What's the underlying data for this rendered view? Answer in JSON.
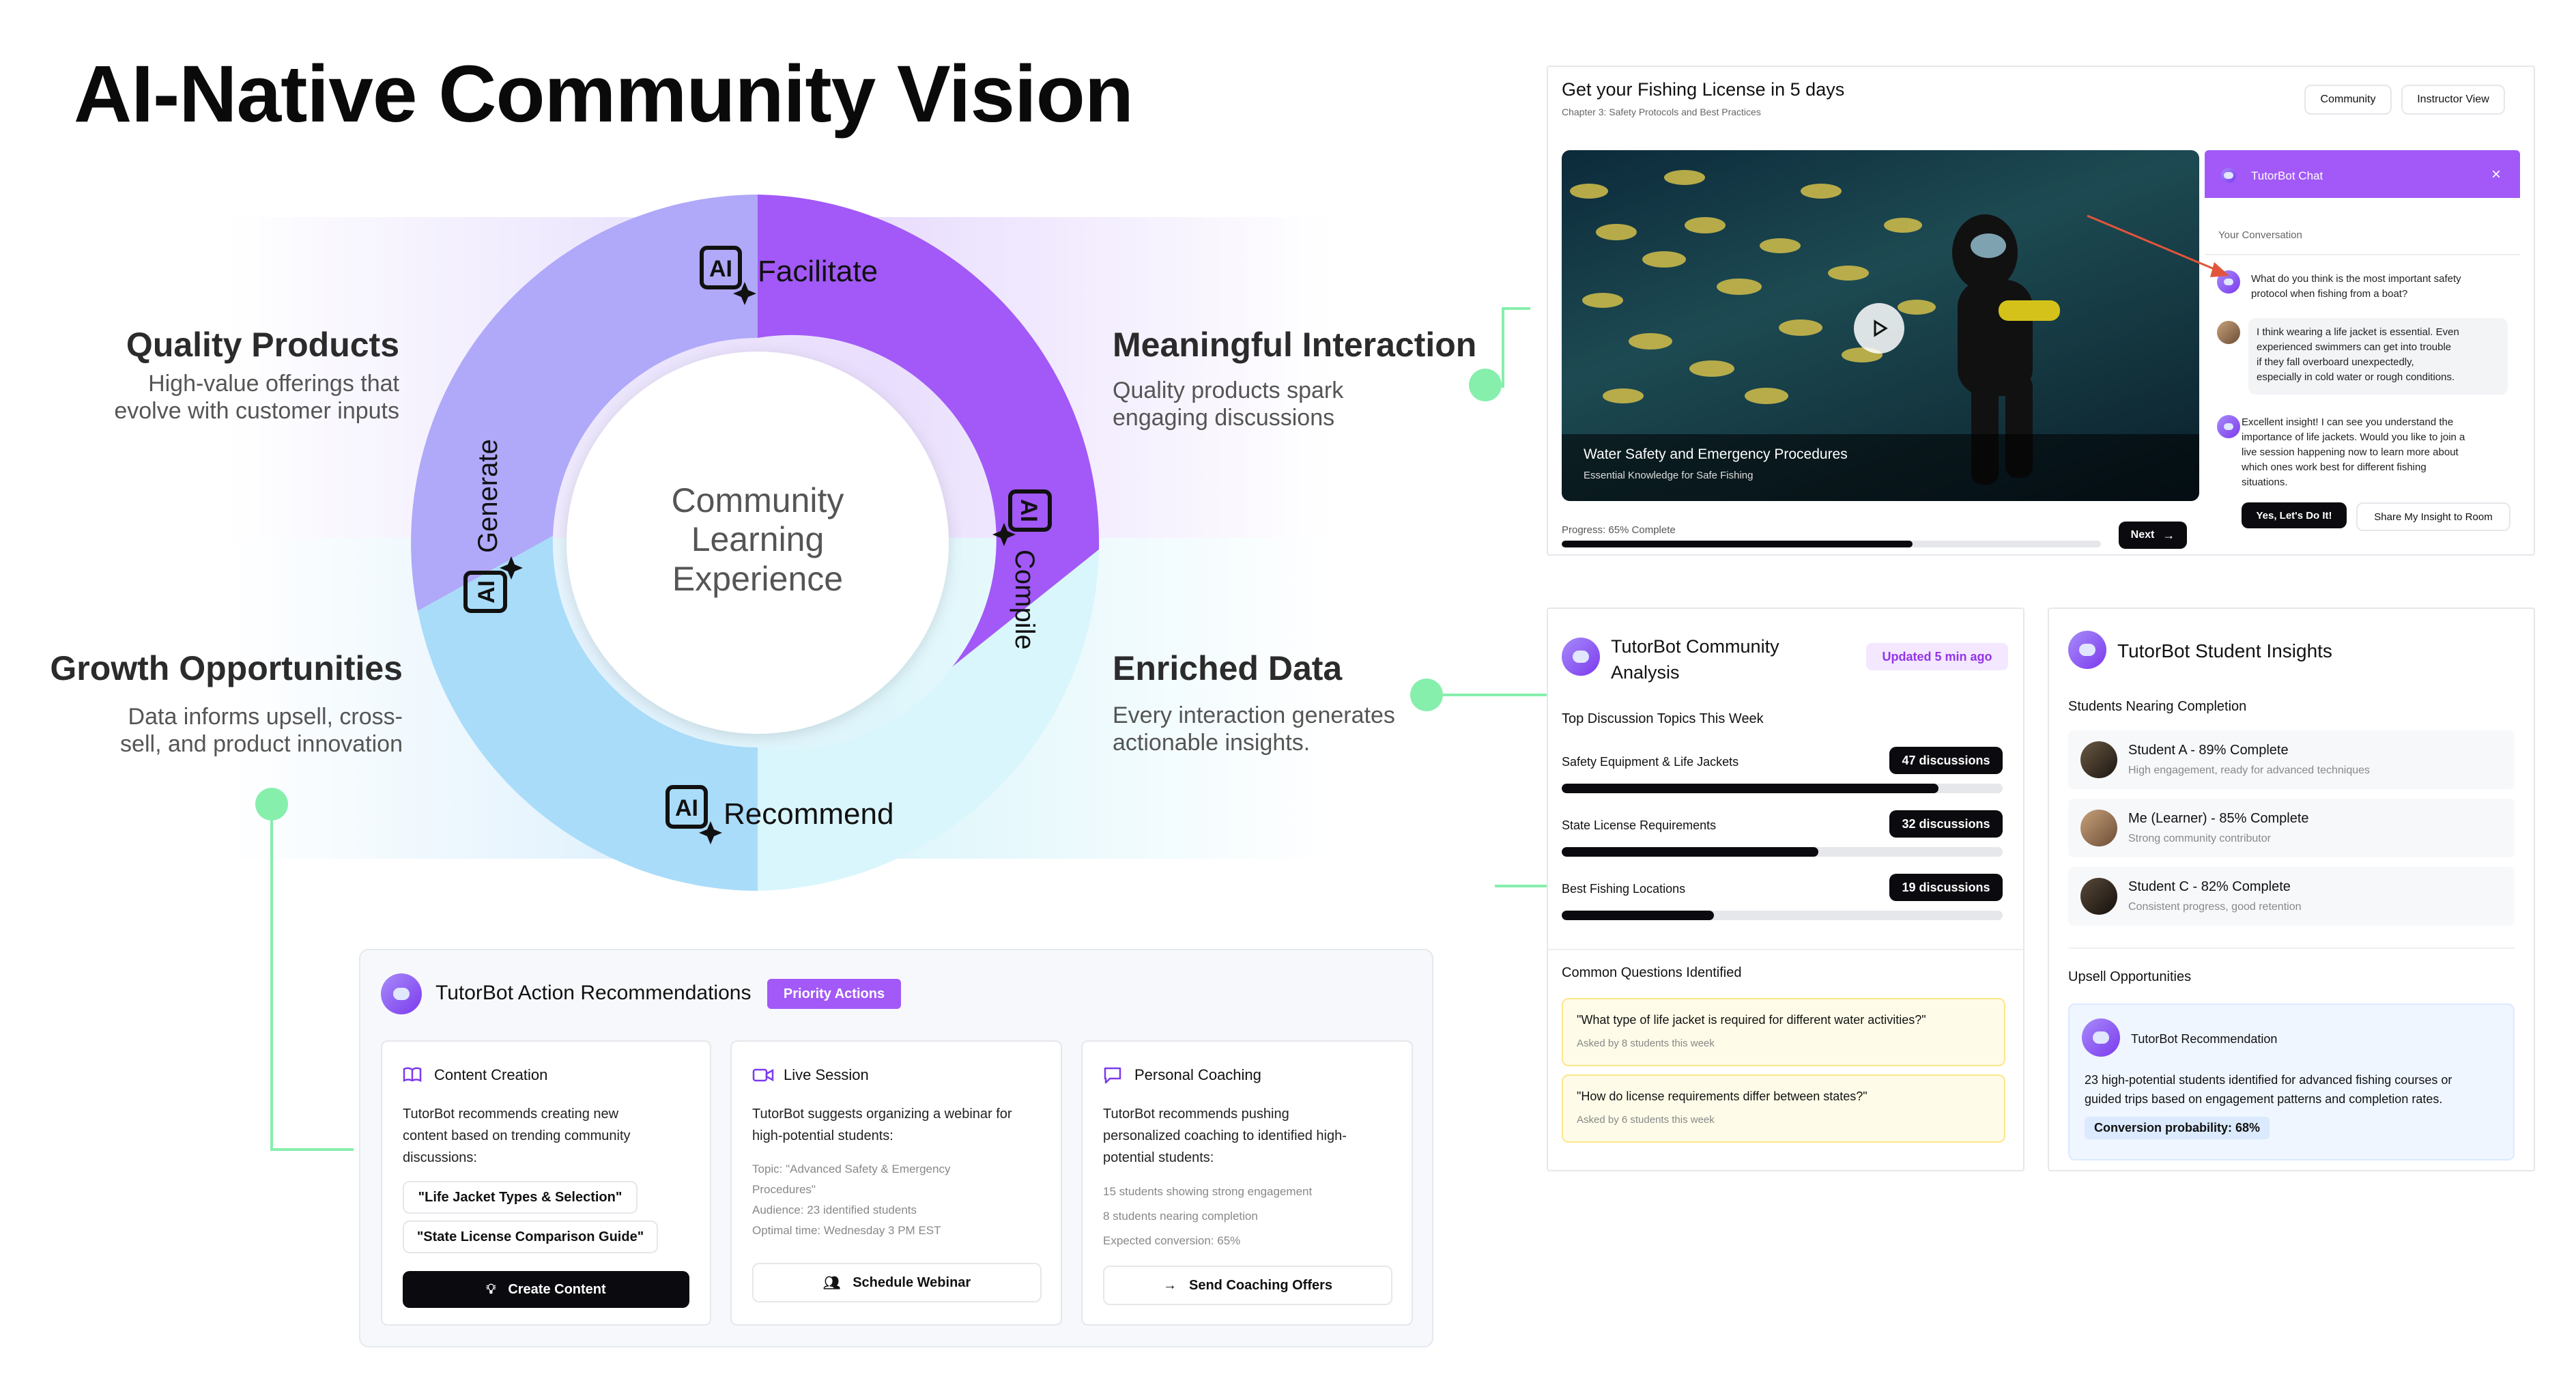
{
  "title": "AI-Native Community Vision",
  "cycle": {
    "center": [
      "Community",
      "Learning",
      "Experience"
    ],
    "facilitate": "Facilitate",
    "compile": "Compile",
    "recommend": "Recommend",
    "generate": "Generate",
    "ai_glyph": "AI"
  },
  "quality": {
    "heading": "Quality Products",
    "text1": "High-value offerings that",
    "text2": "evolve with customer inputs"
  },
  "meaningful": {
    "heading": "Meaningful Interaction",
    "text1": "Quality products spark",
    "text2": "engaging discussions"
  },
  "growth": {
    "heading": "Growth Opportunities",
    "text1": "Data informs upsell, cross-",
    "text2": "sell, and product innovation"
  },
  "enriched": {
    "heading": "Enriched Data",
    "text1": "Every interaction generates",
    "text2": "actionable insights."
  },
  "course": {
    "title": "Get your Fishing License in 5 days",
    "subtitle": "Chapter 3: Safety Protocols and Best Practices",
    "btn_community": "Community",
    "btn_instructor": "Instructor View",
    "video_title": "Water Safety and Emergency Procedures",
    "video_sub": "Essential Knowledge for Safe Fishing",
    "progress_label": "Progress: 65% Complete",
    "progress": 0.65,
    "next": "Next"
  },
  "chat": {
    "header": "TutorBot Chat",
    "close": "×",
    "section": "Your Conversation",
    "m1": [
      "What do you think is the most important safety",
      "protocol when fishing from a boat?"
    ],
    "m2": [
      "I think wearing a life jacket is essential. Even",
      "experienced swimmers can get into trouble",
      "if they fall overboard unexpectedly,",
      "especially in cold water or rough conditions."
    ],
    "m3": [
      "Excellent insight! I can see you understand the",
      "importance of life jackets. Would you like to join a",
      "live session happening now to learn more about",
      "which ones work best for different fishing",
      "situations."
    ],
    "btn_yes": "Yes, Let's Do It!",
    "btn_share": "Share My Insight to Room"
  },
  "analysis": {
    "title1": "TutorBot Community",
    "title2": "Analysis",
    "badge": "Updated 5 min ago",
    "topics_head": "Top Discussion Topics This Week",
    "topics": [
      {
        "label": "Safety Equipment & Life Jackets",
        "count": "47 discussions",
        "value": 47
      },
      {
        "label": "State License Requirements",
        "count": "32 discussions",
        "value": 32
      },
      {
        "label": "Best Fishing Locations",
        "count": "19 discussions",
        "value": 19
      }
    ],
    "questions_head": "Common Questions Identified",
    "questions": [
      {
        "q": "\"What type of life jacket is required for different water activities?\"",
        "asked": "Asked by 8 students this week"
      },
      {
        "q": "\"How do license requirements differ between states?\"",
        "asked": "Asked by 6 students this week"
      }
    ]
  },
  "insights": {
    "title": "TutorBot Student Insights",
    "near_head": "Students Nearing Completion",
    "students": [
      {
        "name": "Student A - 89% Complete",
        "note": "High engagement, ready for advanced techniques"
      },
      {
        "name": "Me (Learner) - 85% Complete",
        "note": "Strong community contributor"
      },
      {
        "name": "Student C - 82% Complete",
        "note": "Consistent progress, good retention"
      }
    ],
    "upsell_head": "Upsell Opportunities",
    "rec_title": "TutorBot Recommendation",
    "rec_text1": "23 high-potential students identified for advanced fishing courses or",
    "rec_text2": "guided trips based on engagement patterns and completion rates.",
    "conversion": "Conversion probability: 68%"
  },
  "actions": {
    "title": "TutorBot Action Recommendations",
    "badge": "Priority Actions",
    "content": {
      "head": "Content Creation",
      "p": [
        "TutorBot recommends creating new",
        "content based on trending community",
        "discussions:"
      ],
      "chip1": "\"Life Jacket Types & Selection\"",
      "chip2": "\"State License Comparison Guide\"",
      "btn": "Create Content"
    },
    "live": {
      "head": "Live Session",
      "p": [
        "TutorBot suggests organizing a webinar for",
        "high-potential students:"
      ],
      "d1": "Topic: \"Advanced Safety & Emergency",
      "d1b": "Procedures\"",
      "d2": "Audience: 23 identified students",
      "d3": "Optimal time: Wednesday 3 PM EST",
      "btn": "Schedule Webinar"
    },
    "coach": {
      "head": "Personal Coaching",
      "p": [
        "TutorBot recommends pushing",
        "personalized coaching to identified high-",
        "potential students:"
      ],
      "d1": "15 students showing strong engagement",
      "d2": "8 students nearing completion",
      "d3": "Expected conversion: 65%",
      "btn": "Send Coaching Offers"
    }
  },
  "colors": {
    "purple": "#a259f7",
    "lavender": "#b0a8f8",
    "sky": "#a9dcf9",
    "ice": "#d9f6fc",
    "green": "#86efac"
  }
}
